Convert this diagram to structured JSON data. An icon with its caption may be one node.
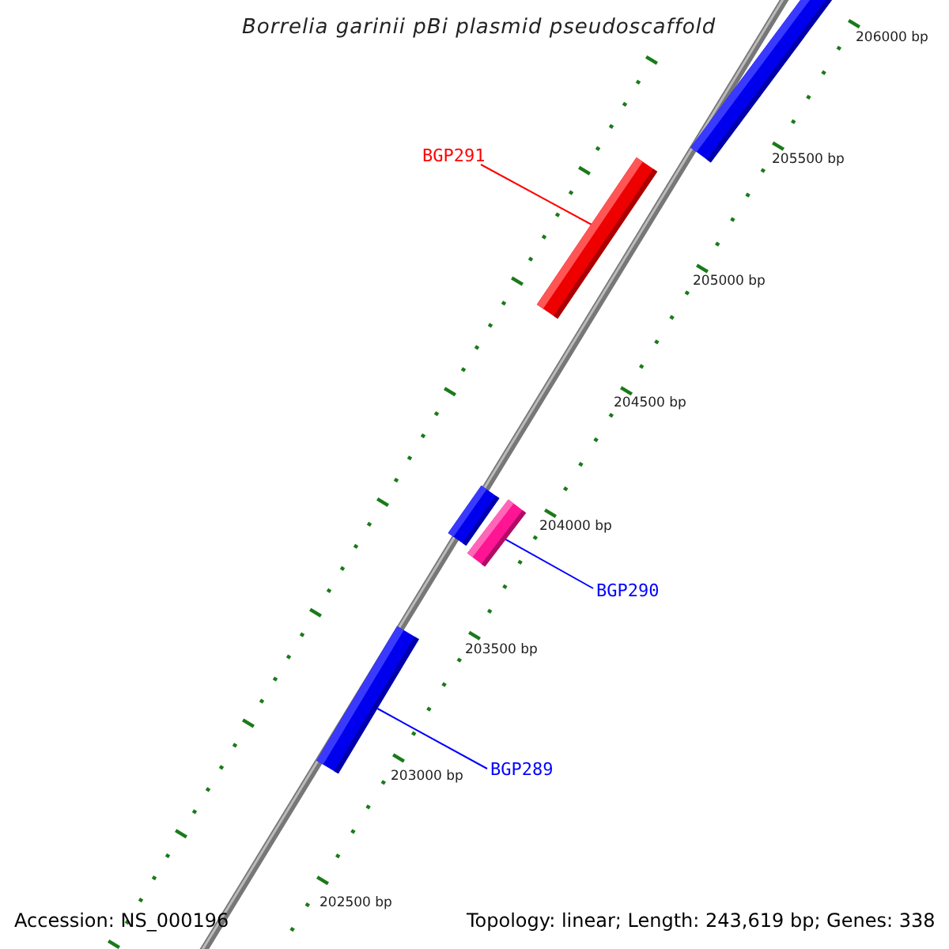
{
  "diagram": {
    "title": "Borrelia garinii pBi plasmid pseudoscaffold",
    "nodes": [
      {
        "text": [
          "BGP291"
        ]
      },
      {
        "text": [],
        "shape": "bar"
      },
      {
        "text": [
          "BGP290"
        ]
      },
      {
        "text": [],
        "shape": "bar"
      },
      {
        "text": [
          "BGP289"
        ]
      },
      {
        "text": [],
        "shape": "bar"
      }
    ],
    "edges": [
      {
        "from": 0,
        "to": 1,
        "arrow": "none",
        "color": "#ff0000"
      },
      {
        "from": 2,
        "to": 3,
        "arrow": "none"
      },
      {
        "from": 4,
        "to": 5,
        "arrow": "none"
      }
    ],
    "labels": [
      "206000 bp",
      "205500 bp",
      "205000 bp",
      "204500 bp",
      "204000 bp",
      "203500 bp",
      "203000 bp",
      "202500 bp",
      "Accession: NS_000196",
      "Topology: linear; Length: 243,619 bp; Genes: 338"
    ]
  }
}
